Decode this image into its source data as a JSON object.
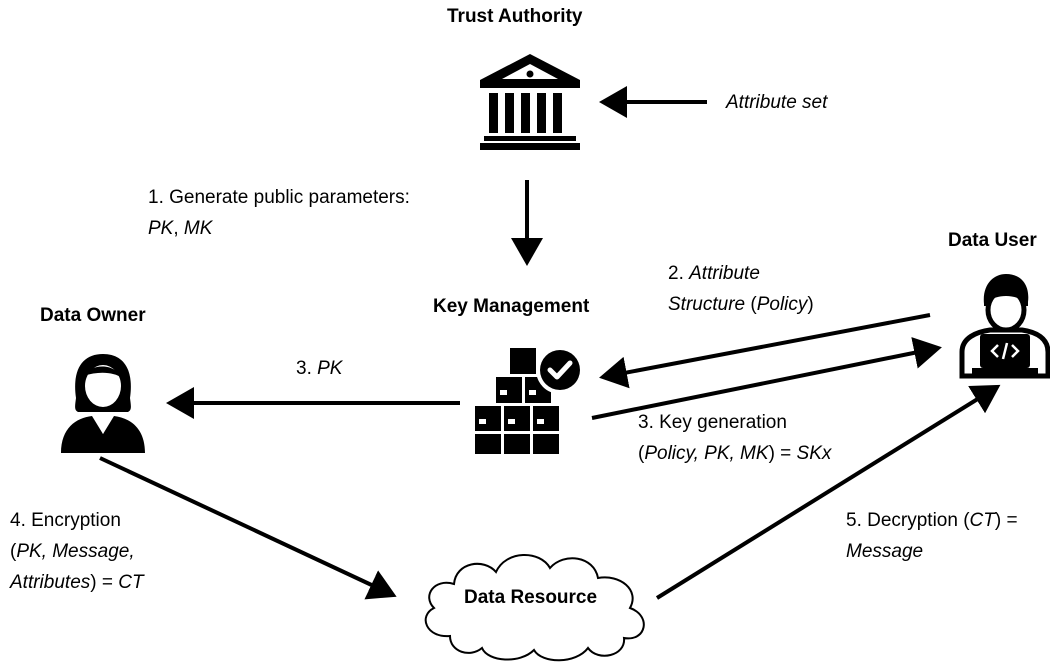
{
  "nodes": {
    "trust_authority": "Trust Authority",
    "key_management": "Key Management",
    "data_owner": "Data Owner",
    "data_user": "Data User",
    "data_resource": "Data Resource"
  },
  "labels": {
    "attribute_set": "Attribute set",
    "step1_line1": "1. Generate public parameters:",
    "step1_pk": "PK",
    "step1_sep": ", ",
    "step1_mk": "MK",
    "step2_prefix": "2. ",
    "step2_attribute": "Attribute",
    "step2_structure": "Structure",
    "step2_open": " (",
    "step2_policy": "Policy",
    "step2_close": ")",
    "step3_pk_prefix": "3. ",
    "step3_pk": "PK",
    "step3_keygen_line1": "3. Key generation",
    "step3_keygen_open": "(",
    "step3_keygen_args": "Policy, PK, MK",
    "step3_keygen_eq": ") = ",
    "step3_keygen_result": "SKx",
    "step4_line1": "4. Encryption",
    "step4_open": "(",
    "step4_args1": "PK, Message,",
    "step4_args2": "Attributes",
    "step4_eq": ") = ",
    "step4_result": "CT",
    "step5_prefix": "5. Decryption (",
    "step5_ct": "CT",
    "step5_eq": ") =",
    "step5_result": "Message"
  },
  "icons": {
    "trust_authority": "bank-building-icon",
    "key_management": "boxes-checkmark-icon",
    "data_owner": "woman-user-icon",
    "data_user": "developer-laptop-icon",
    "data_resource": "cloud-icon"
  }
}
